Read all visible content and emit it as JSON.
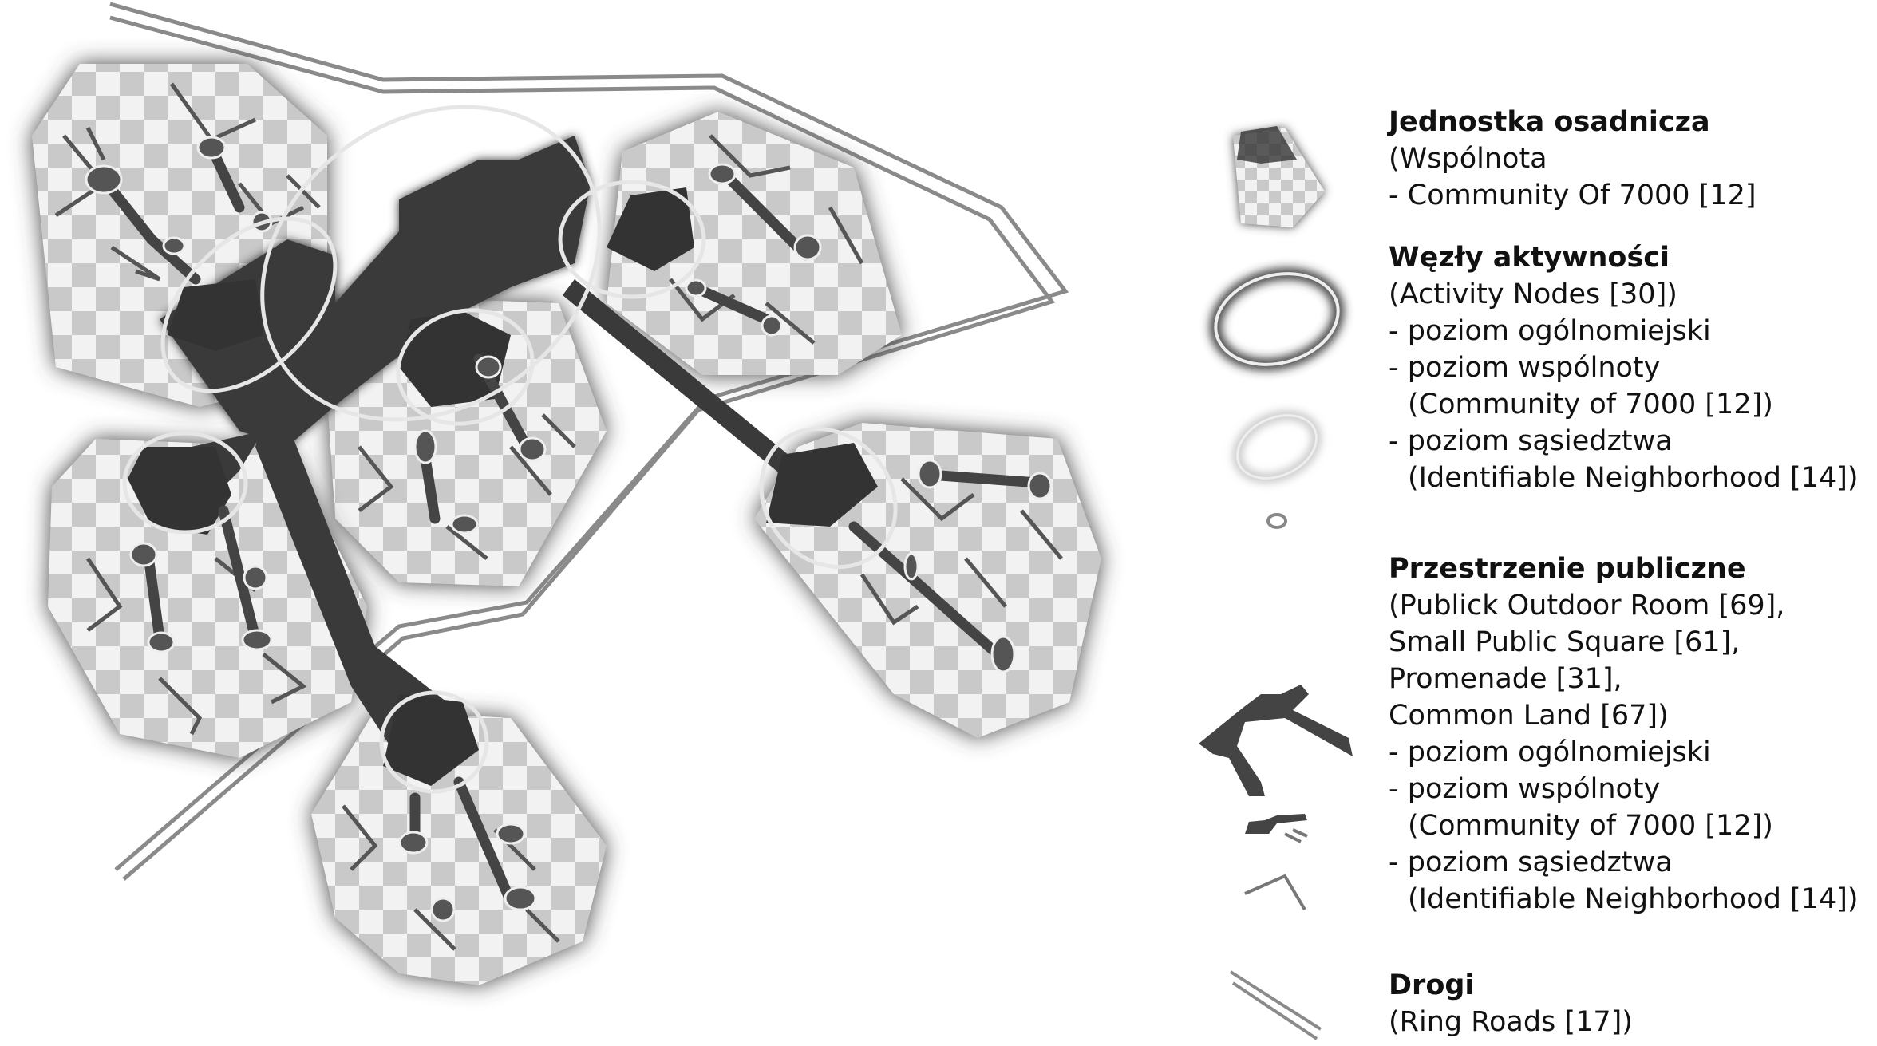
{
  "legend": {
    "settlement": {
      "title": "Jednostka osadnicza",
      "lines": [
        "(Wspólnota",
        "- Community Of 7000 [12]"
      ]
    },
    "activity_nodes": {
      "title": "Węzły aktywności",
      "lines": [
        "(Activity Nodes [30])",
        "- poziom ogólnomiejski",
        "- poziom wspólnoty",
        "(Community of 7000 [12])",
        "- poziom sąsiedztwa",
        "(Identifiable Neighborhood [14])"
      ]
    },
    "public_spaces": {
      "title": "Przestrzenie publiczne",
      "lines": [
        "(Publick Outdoor Room [69],",
        "Small Public Square [61],",
        "Promenade [31],",
        "Common Land [67])",
        "- poziom ogólnomiejski",
        "- poziom wspólnoty",
        "(Community of 7000 [12])",
        "- poziom sąsiedztwa",
        "(Identifiable Neighborhood [14])"
      ]
    },
    "roads": {
      "title": "Drogi",
      "lines": [
        "(Ring Roads [17])"
      ]
    }
  },
  "colors": {
    "ink": "#111111",
    "plaza": "#3a3a3a",
    "checker_dark": "#c8c8c8",
    "checker_light": "#f2f2f2",
    "road": "#8a8a8a",
    "node_ring": "#e8e8e8"
  }
}
